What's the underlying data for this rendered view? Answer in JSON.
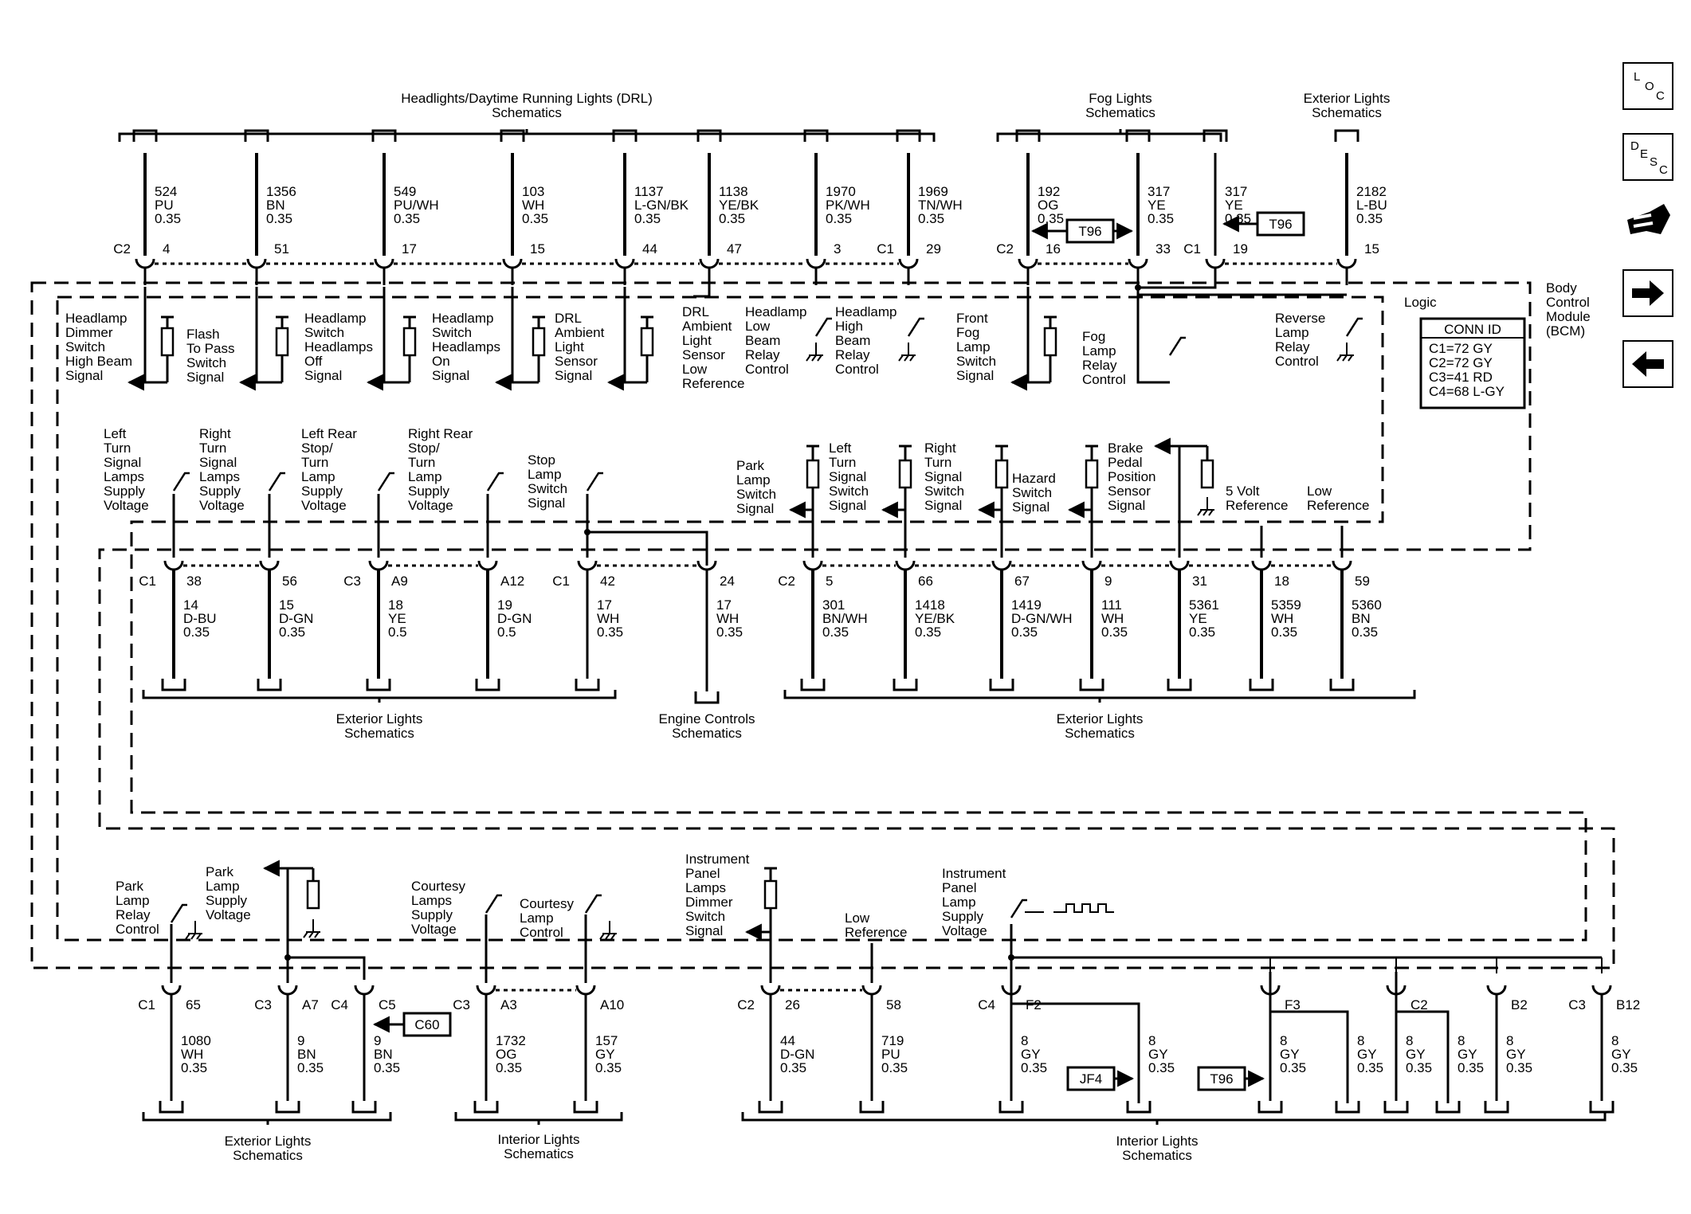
{
  "module": {
    "name_lines": [
      "Body",
      "Control",
      "Module",
      "(BCM)"
    ],
    "logic_label": "Logic"
  },
  "conn_id": {
    "title": "CONN ID",
    "lines": [
      "C1=72 GY",
      "C2=72 GY",
      "C3=41 RD",
      "C4=68 L-GY"
    ]
  },
  "top_groups": [
    {
      "label": [
        "Headlights/Daytime Running Lights (DRL)",
        "Schematics"
      ]
    },
    {
      "label": [
        "Fog Lights",
        "Schematics"
      ]
    },
    {
      "label": [
        "Exterior Lights",
        "Schematics"
      ]
    }
  ],
  "mid_groups": [
    {
      "label": [
        "Exterior Lights",
        "Schematics"
      ]
    },
    {
      "label": [
        "Engine Controls",
        "Schematics"
      ]
    },
    {
      "label": [
        "Exterior Lights",
        "Schematics"
      ]
    }
  ],
  "bottom_groups": [
    {
      "label": [
        "Exterior Lights",
        "Schematics"
      ]
    },
    {
      "label": [
        "Interior Lights",
        "Schematics"
      ]
    },
    {
      "label": [
        "Interior Lights",
        "Schematics"
      ]
    }
  ],
  "top_wires": [
    {
      "conn": "C2",
      "pin": "4",
      "circuit": "524",
      "color": "PU",
      "size": "0.35"
    },
    {
      "conn": "",
      "pin": "51",
      "circuit": "1356",
      "color": "BN",
      "size": "0.35"
    },
    {
      "conn": "",
      "pin": "17",
      "circuit": "549",
      "color": "PU/WH",
      "size": "0.35"
    },
    {
      "conn": "",
      "pin": "15",
      "circuit": "103",
      "color": "WH",
      "size": "0.35"
    },
    {
      "conn": "",
      "pin": "44",
      "circuit": "1137",
      "color": "L-GN/BK",
      "size": "0.35"
    },
    {
      "conn": "",
      "pin": "47",
      "circuit": "1138",
      "color": "YE/BK",
      "size": "0.35"
    },
    {
      "conn": "",
      "pin": "3",
      "circuit": "1970",
      "color": "PK/WH",
      "size": "0.35"
    },
    {
      "conn": "C1",
      "pin": "29",
      "circuit": "1969",
      "color": "TN/WH",
      "size": "0.35"
    },
    {
      "conn": "C2",
      "pin": "16",
      "circuit": "192",
      "color": "OG",
      "size": "0.35"
    },
    {
      "conn": "",
      "pin": "33",
      "circuit": "317",
      "color": "YE",
      "size": "0.35"
    },
    {
      "conn": "C1",
      "pin": "19",
      "circuit": "317",
      "color": "YE",
      "size": "0.35"
    },
    {
      "conn": "",
      "pin": "15",
      "circuit": "2182",
      "color": "L-BU",
      "size": "0.35"
    }
  ],
  "mid_wires": [
    {
      "conn": "C1",
      "pin": "38",
      "circuit": "14",
      "color": "D-BU",
      "size": "0.35"
    },
    {
      "conn": "",
      "pin": "56",
      "circuit": "15",
      "color": "D-GN",
      "size": "0.35"
    },
    {
      "conn": "C3",
      "pin": "A9",
      "circuit": "18",
      "color": "YE",
      "size": "0.5"
    },
    {
      "conn": "",
      "pin": "A12",
      "circuit": "19",
      "color": "D-GN",
      "size": "0.5"
    },
    {
      "conn": "C1",
      "pin": "42",
      "circuit": "17",
      "color": "WH",
      "size": "0.35"
    },
    {
      "conn": "",
      "pin": "24",
      "circuit": "17",
      "color": "WH",
      "size": "0.35"
    },
    {
      "conn": "C2",
      "pin": "5",
      "circuit": "301",
      "color": "BN/WH",
      "size": "0.35"
    },
    {
      "conn": "",
      "pin": "66",
      "circuit": "1418",
      "color": "YE/BK",
      "size": "0.35"
    },
    {
      "conn": "",
      "pin": "67",
      "circuit": "1419",
      "color": "D-GN/WH",
      "size": "0.35"
    },
    {
      "conn": "",
      "pin": "9",
      "circuit": "111",
      "color": "WH",
      "size": "0.35"
    },
    {
      "conn": "",
      "pin": "31",
      "circuit": "5361",
      "color": "YE",
      "size": "0.35"
    },
    {
      "conn": "",
      "pin": "18",
      "circuit": "5359",
      "color": "WH",
      "size": "0.35"
    },
    {
      "conn": "",
      "pin": "59",
      "circuit": "5360",
      "color": "BN",
      "size": "0.35"
    }
  ],
  "bottom_wires": [
    {
      "conn": "C1",
      "pin": "65",
      "circuit": "1080",
      "color": "WH",
      "size": "0.35"
    },
    {
      "conn": "C3",
      "pin": "A7",
      "circuit": "9",
      "color": "BN",
      "size": "0.35"
    },
    {
      "conn": "C4",
      "pin": "C5",
      "circuit": "9",
      "color": "BN",
      "size": "0.35"
    },
    {
      "conn": "C3",
      "pin": "A3",
      "circuit": "1732",
      "color": "OG",
      "size": "0.35"
    },
    {
      "conn": "",
      "pin": "A10",
      "circuit": "157",
      "color": "GY",
      "size": "0.35"
    },
    {
      "conn": "C2",
      "pin": "26",
      "circuit": "44",
      "color": "D-GN",
      "size": "0.35"
    },
    {
      "conn": "",
      "pin": "58",
      "circuit": "719",
      "color": "PU",
      "size": "0.35"
    },
    {
      "conn": "C4",
      "pin": "F2",
      "circuit": "8",
      "color": "GY",
      "size": "0.35"
    },
    {
      "conn": "",
      "pin": "",
      "circuit": "8",
      "color": "GY",
      "size": "0.35"
    },
    {
      "conn": "",
      "pin": "F3",
      "circuit": "8",
      "color": "GY",
      "size": "0.35"
    },
    {
      "conn": "",
      "pin": "",
      "circuit": "8",
      "color": "GY",
      "size": "0.35"
    },
    {
      "conn": "",
      "pin": "C2",
      "circuit": "8",
      "color": "GY",
      "size": "0.35"
    },
    {
      "conn": "",
      "pin": "",
      "circuit": "8",
      "color": "GY",
      "size": "0.35"
    },
    {
      "conn": "",
      "pin": "B2",
      "circuit": "8",
      "color": "GY",
      "size": "0.35"
    },
    {
      "conn": "C3",
      "pin": "B12",
      "circuit": "8",
      "color": "GY",
      "size": "0.35"
    }
  ],
  "functions_top": [
    [
      "Headlamp",
      "Dimmer",
      "Switch",
      "High Beam",
      "Signal"
    ],
    [
      "Flash",
      "To Pass",
      "Switch",
      "Signal"
    ],
    [
      "Headlamp",
      "Switch",
      "Headlamps",
      "Off",
      "Signal"
    ],
    [
      "Headlamp",
      "Switch",
      "Headlamps",
      "On",
      "Signal"
    ],
    [
      "DRL",
      "Ambient",
      "Light",
      "Sensor",
      "Signal"
    ],
    [
      "DRL",
      "Ambient",
      "Light",
      "Sensor",
      "Low",
      "Reference"
    ],
    [
      "Headlamp",
      "Low",
      "Beam",
      "Relay",
      "Control"
    ],
    [
      "Headlamp",
      "High",
      "Beam",
      "Relay",
      "Control"
    ],
    [
      "Front",
      "Fog",
      "Lamp",
      "Switch",
      "Signal"
    ],
    [
      "Fog",
      "Lamp",
      "Relay",
      "Control"
    ],
    [
      "Reverse",
      "Lamp",
      "Relay",
      "Control"
    ]
  ],
  "functions_mid": [
    [
      "Left",
      "Turn",
      "Signal",
      "Lamps",
      "Supply",
      "Voltage"
    ],
    [
      "Right",
      "Turn",
      "Signal",
      "Lamps",
      "Supply",
      "Voltage"
    ],
    [
      "Left Rear",
      "Stop/",
      "Turn",
      "Lamp",
      "Supply",
      "Voltage"
    ],
    [
      "Right Rear",
      "Stop/",
      "Turn",
      "Lamp",
      "Supply",
      "Voltage"
    ],
    [
      "Stop",
      "Lamp",
      "Switch",
      "Signal"
    ],
    [
      "Park",
      "Lamp",
      "Switch",
      "Signal"
    ],
    [
      "Left",
      "Turn",
      "Signal",
      "Switch",
      "Signal"
    ],
    [
      "Right",
      "Turn",
      "Signal",
      "Switch",
      "Signal"
    ],
    [
      "Hazard",
      "Switch",
      "Signal"
    ],
    [
      "Brake",
      "Pedal",
      "Position",
      "Sensor",
      "Signal"
    ],
    [
      "5 Volt",
      "Reference"
    ],
    [
      "Low",
      "Reference"
    ]
  ],
  "functions_bottom": [
    [
      "Park",
      "Lamp",
      "Relay",
      "Control"
    ],
    [
      "Park",
      "Lamp",
      "Supply",
      "Voltage"
    ],
    [
      "Courtesy",
      "Lamps",
      "Supply",
      "Voltage"
    ],
    [
      "Courtesy",
      "Lamp",
      "Control"
    ],
    [
      "Instrument",
      "Panel",
      "Lamps",
      "Dimmer",
      "Switch",
      "Signal"
    ],
    [
      "Low",
      "Reference"
    ],
    [
      "Instrument",
      "Panel",
      "Lamp",
      "Supply",
      "Voltage"
    ]
  ],
  "refs": [
    "T96",
    "T96",
    "C60",
    "JF4",
    "T96"
  ],
  "nav": {
    "loc": [
      "L",
      "O",
      "C"
    ],
    "desc": [
      "D",
      "E",
      "S",
      "C"
    ]
  }
}
